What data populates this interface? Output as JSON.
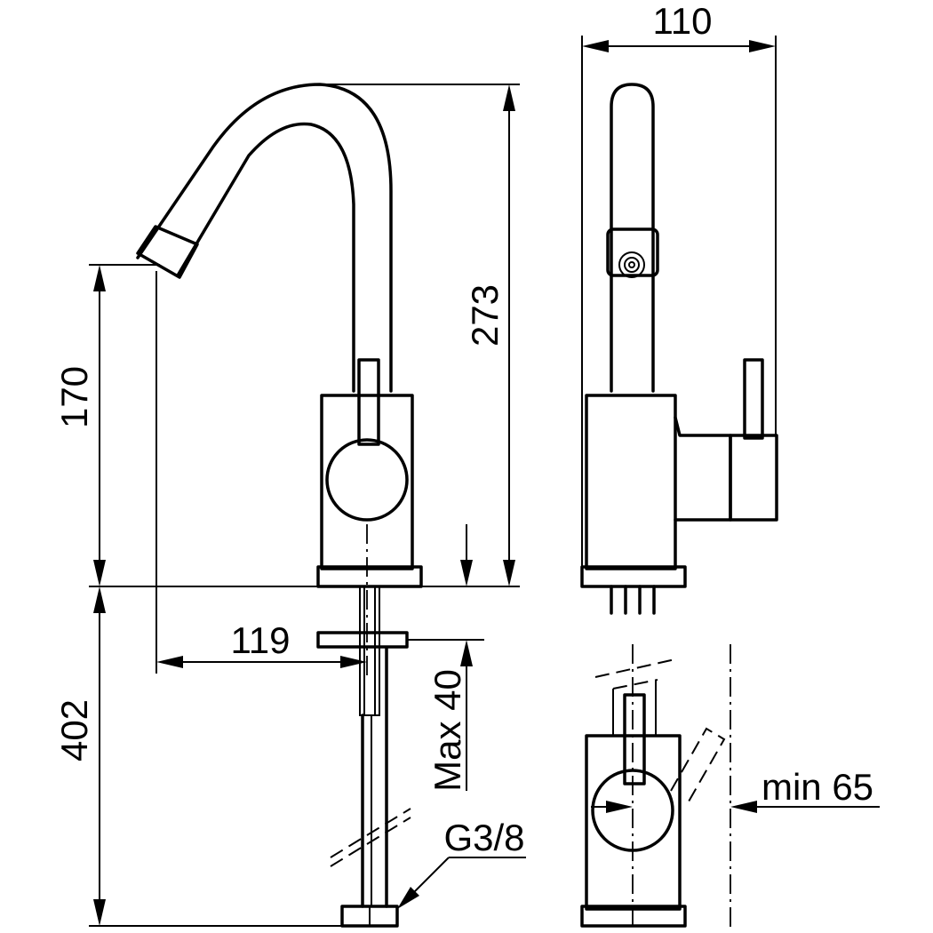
{
  "dimensions": {
    "width_side": "110",
    "height_total": "273",
    "height_spout": "170",
    "reach": "119",
    "hose_length": "402",
    "max_thickness": "Max 40",
    "min_clearance": "min 65",
    "connection": "G3/8"
  }
}
